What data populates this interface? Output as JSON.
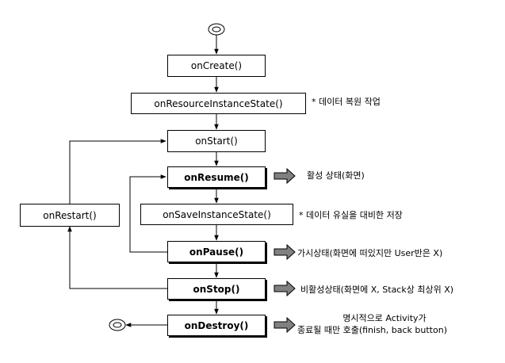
{
  "states": {
    "oncreate": "onCreate()",
    "onresourceinstancestate": "onResourceInstanceState()",
    "onstart": "onStart()",
    "onresume": "onResume()",
    "onsaveinstancestate": "onSaveInstanceState()",
    "onpause": "onPause()",
    "onstop": "onStop()",
    "ondestroy": "onDestroy()",
    "onrestart": "onRestart()"
  },
  "notes": {
    "onresourceinstancestate": "* 데이터 복원 작업",
    "onresume": "활성 상태(화면)",
    "onsaveinstancestate": "* 데이터 유실을 대비한 저장",
    "onpause": "가시상태(화면에 떠있지만 User반은 X)",
    "onstop": "비활성상태(화면에 X, Stack상 최상위 X)",
    "ondestroy_line1": "명시적으로 Activity가",
    "ondestroy_line2": "종료될 때만 호출(finish, back button)"
  }
}
